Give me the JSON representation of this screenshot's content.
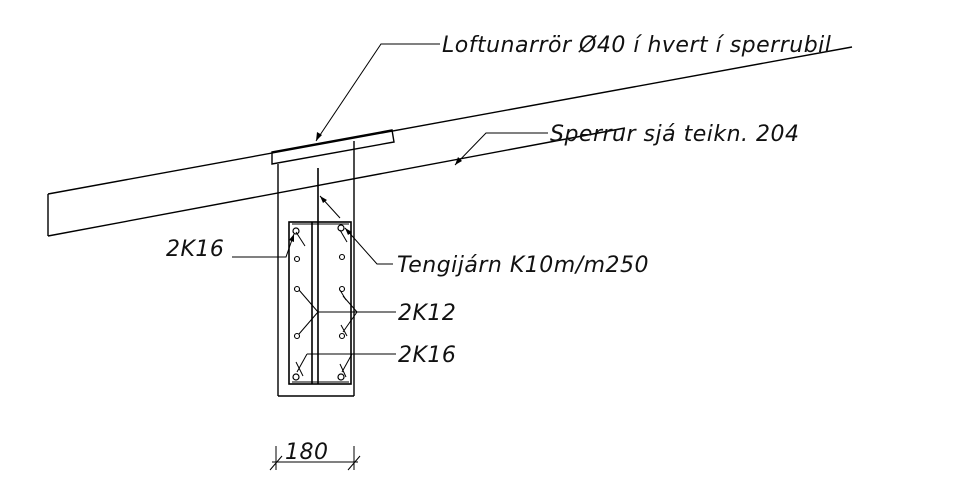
{
  "labels": {
    "vent_pipe": "Loftunarrör Ø40 í hvert í sperrubil",
    "rafter": "Sperrur sjá teikn. 204",
    "top_bars": "2K16",
    "stirrups": "Tengijárn K10m/m250",
    "side_bars": "2K12",
    "bottom_bars": "2K16",
    "width_dim": "180"
  }
}
